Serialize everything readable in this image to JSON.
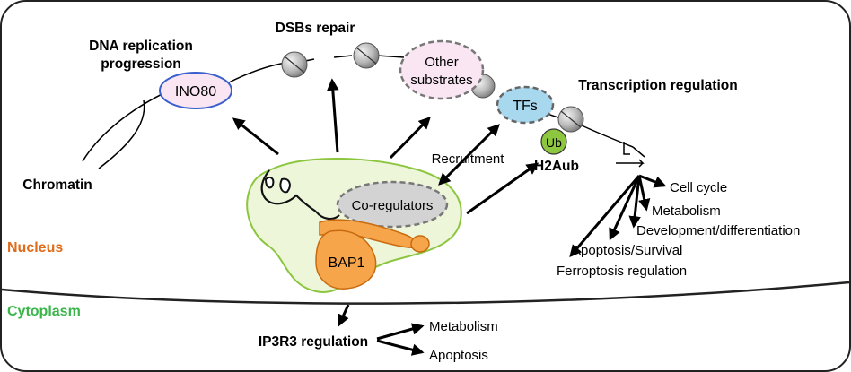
{
  "labels": {
    "dna_replication_line1": "DNA replication",
    "dna_replication_line2": "progression",
    "dsbs_repair": "DSBs repair",
    "transcription_regulation": "Transcription regulation",
    "chromatin": "Chromatin",
    "nucleus": "Nucleus",
    "cytoplasm": "Cytoplasm",
    "recruitment": "Recruitment",
    "h2aub": "H2Aub",
    "ip3r3_regulation": "IP3R3 regulation"
  },
  "nodes": {
    "ino80": "INO80",
    "other_substrates_line1": "Other",
    "other_substrates_line2": "substrates",
    "tfs": "TFs",
    "ub": "Ub",
    "co_regulators": "Co-regulators",
    "bap1": "BAP1"
  },
  "outcomes": {
    "cell_cycle": "Cell cycle",
    "metabolism": "Metabolism",
    "development": "Development/differentiation",
    "apoptosis_survival": "Apoptosis/Survival",
    "ferroptosis": "Ferroptosis regulation"
  },
  "cytoplasm_outcomes": {
    "metabolism": "Metabolism",
    "apoptosis": "Apoptosis"
  },
  "colors": {
    "nucleus_text": "#E06C1A",
    "cytoplasm_text": "#39B54A",
    "complex_fill": "#EEF6DA",
    "complex_stroke": "#8CC63F",
    "bap1_fill": "#F7A54A",
    "bap1_stroke": "#C86A10",
    "co_reg_fill": "#D3D3D3",
    "ino80_fill": "#F9E6F2",
    "ino80_stroke": "#3A5FCD",
    "other_fill": "#F9E6F2",
    "tfs_fill": "#A7D8EE",
    "ub_fill": "#8DC63F"
  }
}
